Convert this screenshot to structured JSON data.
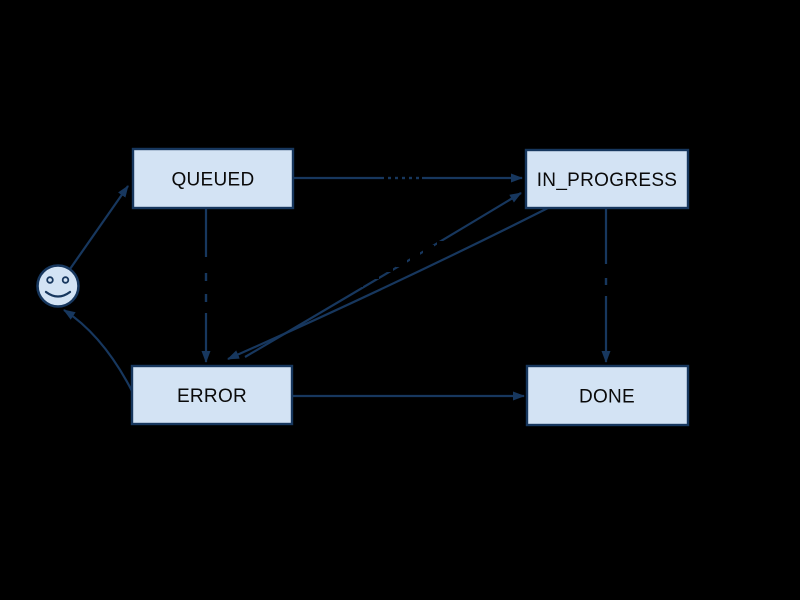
{
  "diagram": {
    "type": "state-machine-flowchart",
    "colors": {
      "background": "#000000",
      "node_fill": "#d3e3f4",
      "node_border": "#17375e",
      "edge": "#17375e",
      "node_text": "#0a0a0a"
    },
    "nodes": [
      {
        "id": "queued",
        "label": "QUEUED"
      },
      {
        "id": "in_progress",
        "label": "IN_PROGRESS"
      },
      {
        "id": "error",
        "label": "ERROR"
      },
      {
        "id": "done",
        "label": "DONE"
      },
      {
        "id": "client",
        "label": "",
        "icon": "smiley-face"
      }
    ],
    "edges": [
      {
        "from": "client",
        "to": "queued"
      },
      {
        "from": "queued",
        "to": "in_progress"
      },
      {
        "from": "queued",
        "to": "error"
      },
      {
        "from": "in_progress",
        "to": "done"
      },
      {
        "from": "in_progress",
        "to": "error"
      },
      {
        "from": "error",
        "to": "in_progress"
      },
      {
        "from": "error",
        "to": "done"
      },
      {
        "from": "error",
        "to": "client"
      }
    ]
  }
}
